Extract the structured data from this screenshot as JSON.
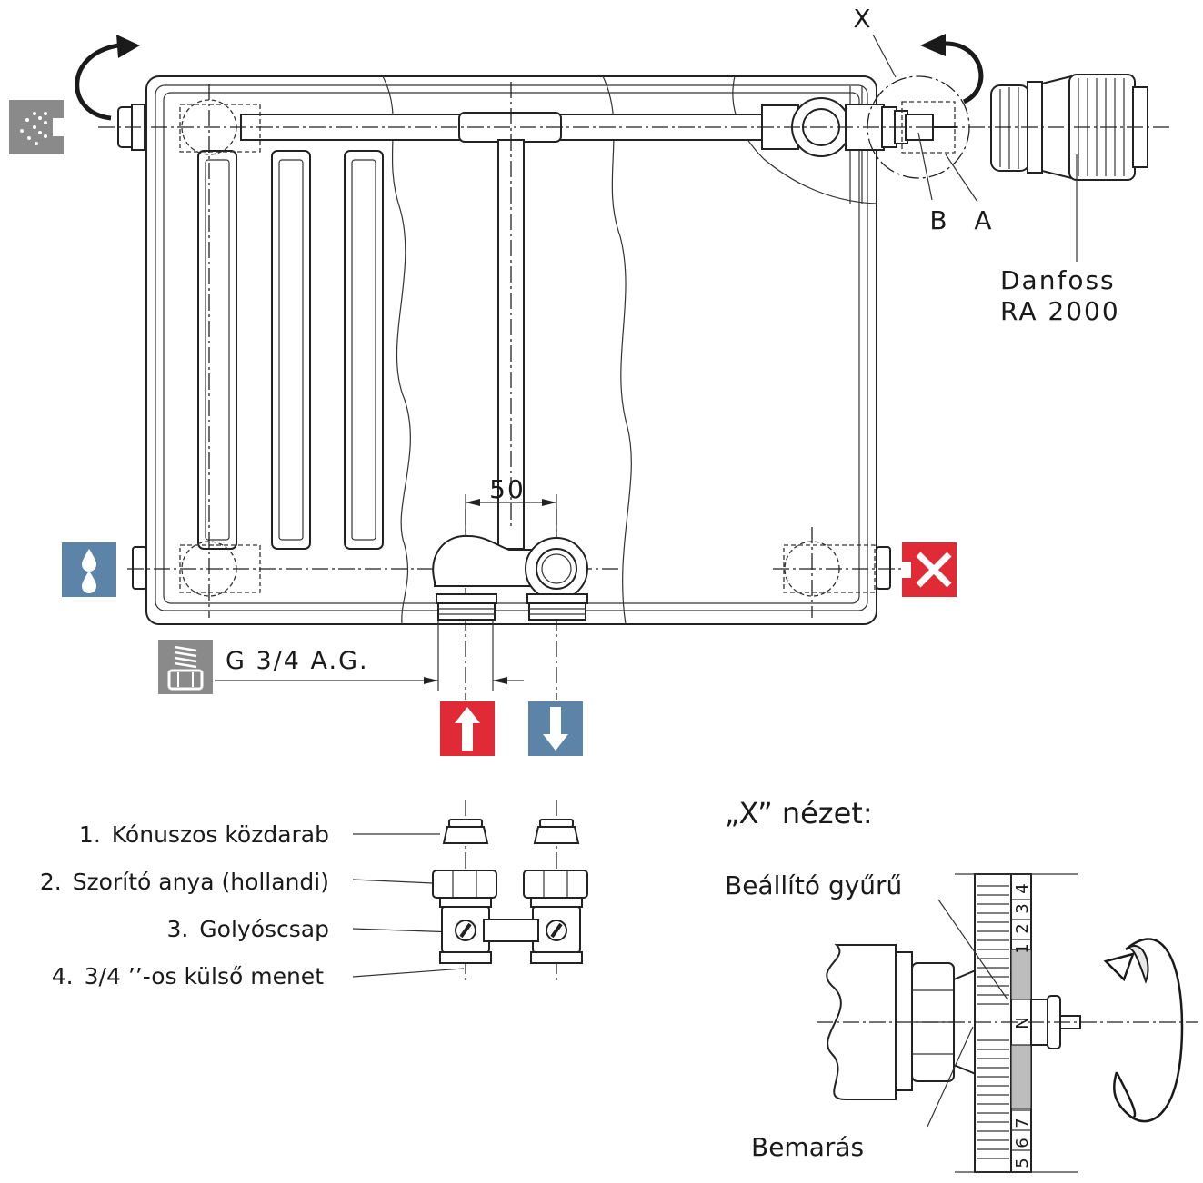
{
  "labels": {
    "detail_x": "X",
    "detail_b": "B",
    "detail_a": "A",
    "thermostat_line1": "Danfoss",
    "thermostat_line2": "RA 2000",
    "spacing": "50",
    "thread": "G 3/4 A.G.",
    "view_title": "„X” nézet:",
    "setting_ring": "Beállító gyűrű",
    "milling": "Bemarás"
  },
  "parts": [
    {
      "num": "1.",
      "text": "Kónuszos közdarab"
    },
    {
      "num": "2.",
      "text": "Szorító anya (hollandi)"
    },
    {
      "num": "3.",
      "text": "Golyóscsap"
    },
    {
      "num": "4.",
      "text": "3/4 ’’-os külső menet"
    }
  ],
  "scale_numbers": {
    "top": [
      "4",
      "3",
      "2",
      "1"
    ],
    "middle": "N",
    "bottom": [
      "7",
      "6",
      "5"
    ]
  },
  "icons": {
    "vent": "air-vent-icon",
    "drain": "water-drain-icon",
    "blind": "blind-plug-icon",
    "thread": "threaded-connection-icon",
    "flow": "flow-up-arrow-icon",
    "return": "return-down-arrow-icon"
  },
  "colors": {
    "flow_red": "#e02a35",
    "return_blue": "#5b84a8",
    "drain_blue": "#5b84a8",
    "blind_red": "#e02a35",
    "icon_gray": "#8a8a8a"
  }
}
